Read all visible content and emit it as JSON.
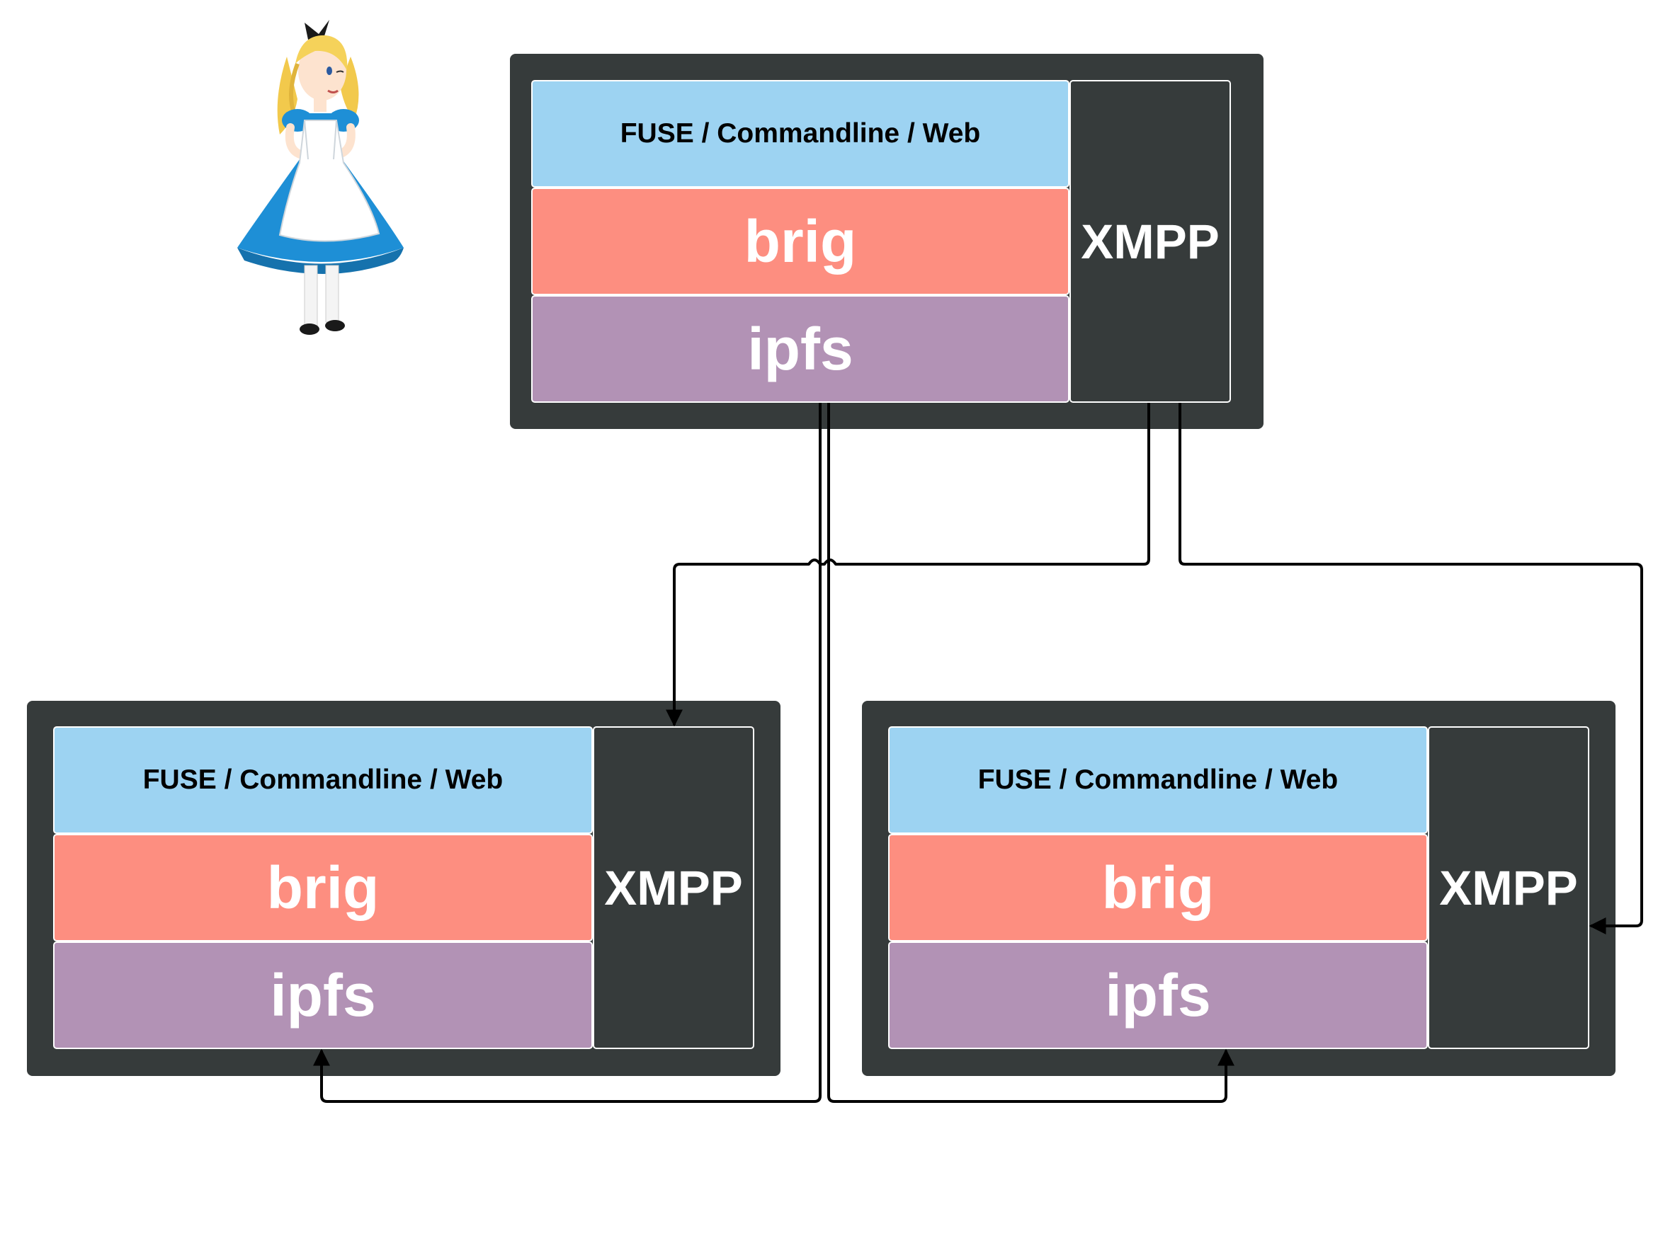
{
  "nodes": {
    "top": {
      "ui_label": "FUSE / Commandline / Web",
      "brig_label": "brig",
      "ipfs_label": "ipfs",
      "xmpp_label": "XMPP"
    },
    "left": {
      "ui_label": "FUSE / Commandline / Web",
      "brig_label": "brig",
      "ipfs_label": "ipfs",
      "xmpp_label": "XMPP"
    },
    "right": {
      "ui_label": "FUSE / Commandline / Web",
      "brig_label": "brig",
      "ipfs_label": "ipfs",
      "xmpp_label": "XMPP"
    }
  },
  "colors": {
    "node_bg": "#363b3b",
    "ui_layer": "#9dd3f2",
    "brig_layer": "#fd8e80",
    "ipfs_layer": "#b292b5",
    "connector": "#000000"
  },
  "connections": [
    {
      "from": "top.ipfs",
      "to": "left.ipfs"
    },
    {
      "from": "top.ipfs",
      "to": "right.ipfs"
    },
    {
      "from": "top.xmpp",
      "to": "left.xmpp"
    },
    {
      "from": "top.xmpp",
      "to": "right.xmpp"
    }
  ],
  "illustration": {
    "icon": "alice-character-icon"
  }
}
